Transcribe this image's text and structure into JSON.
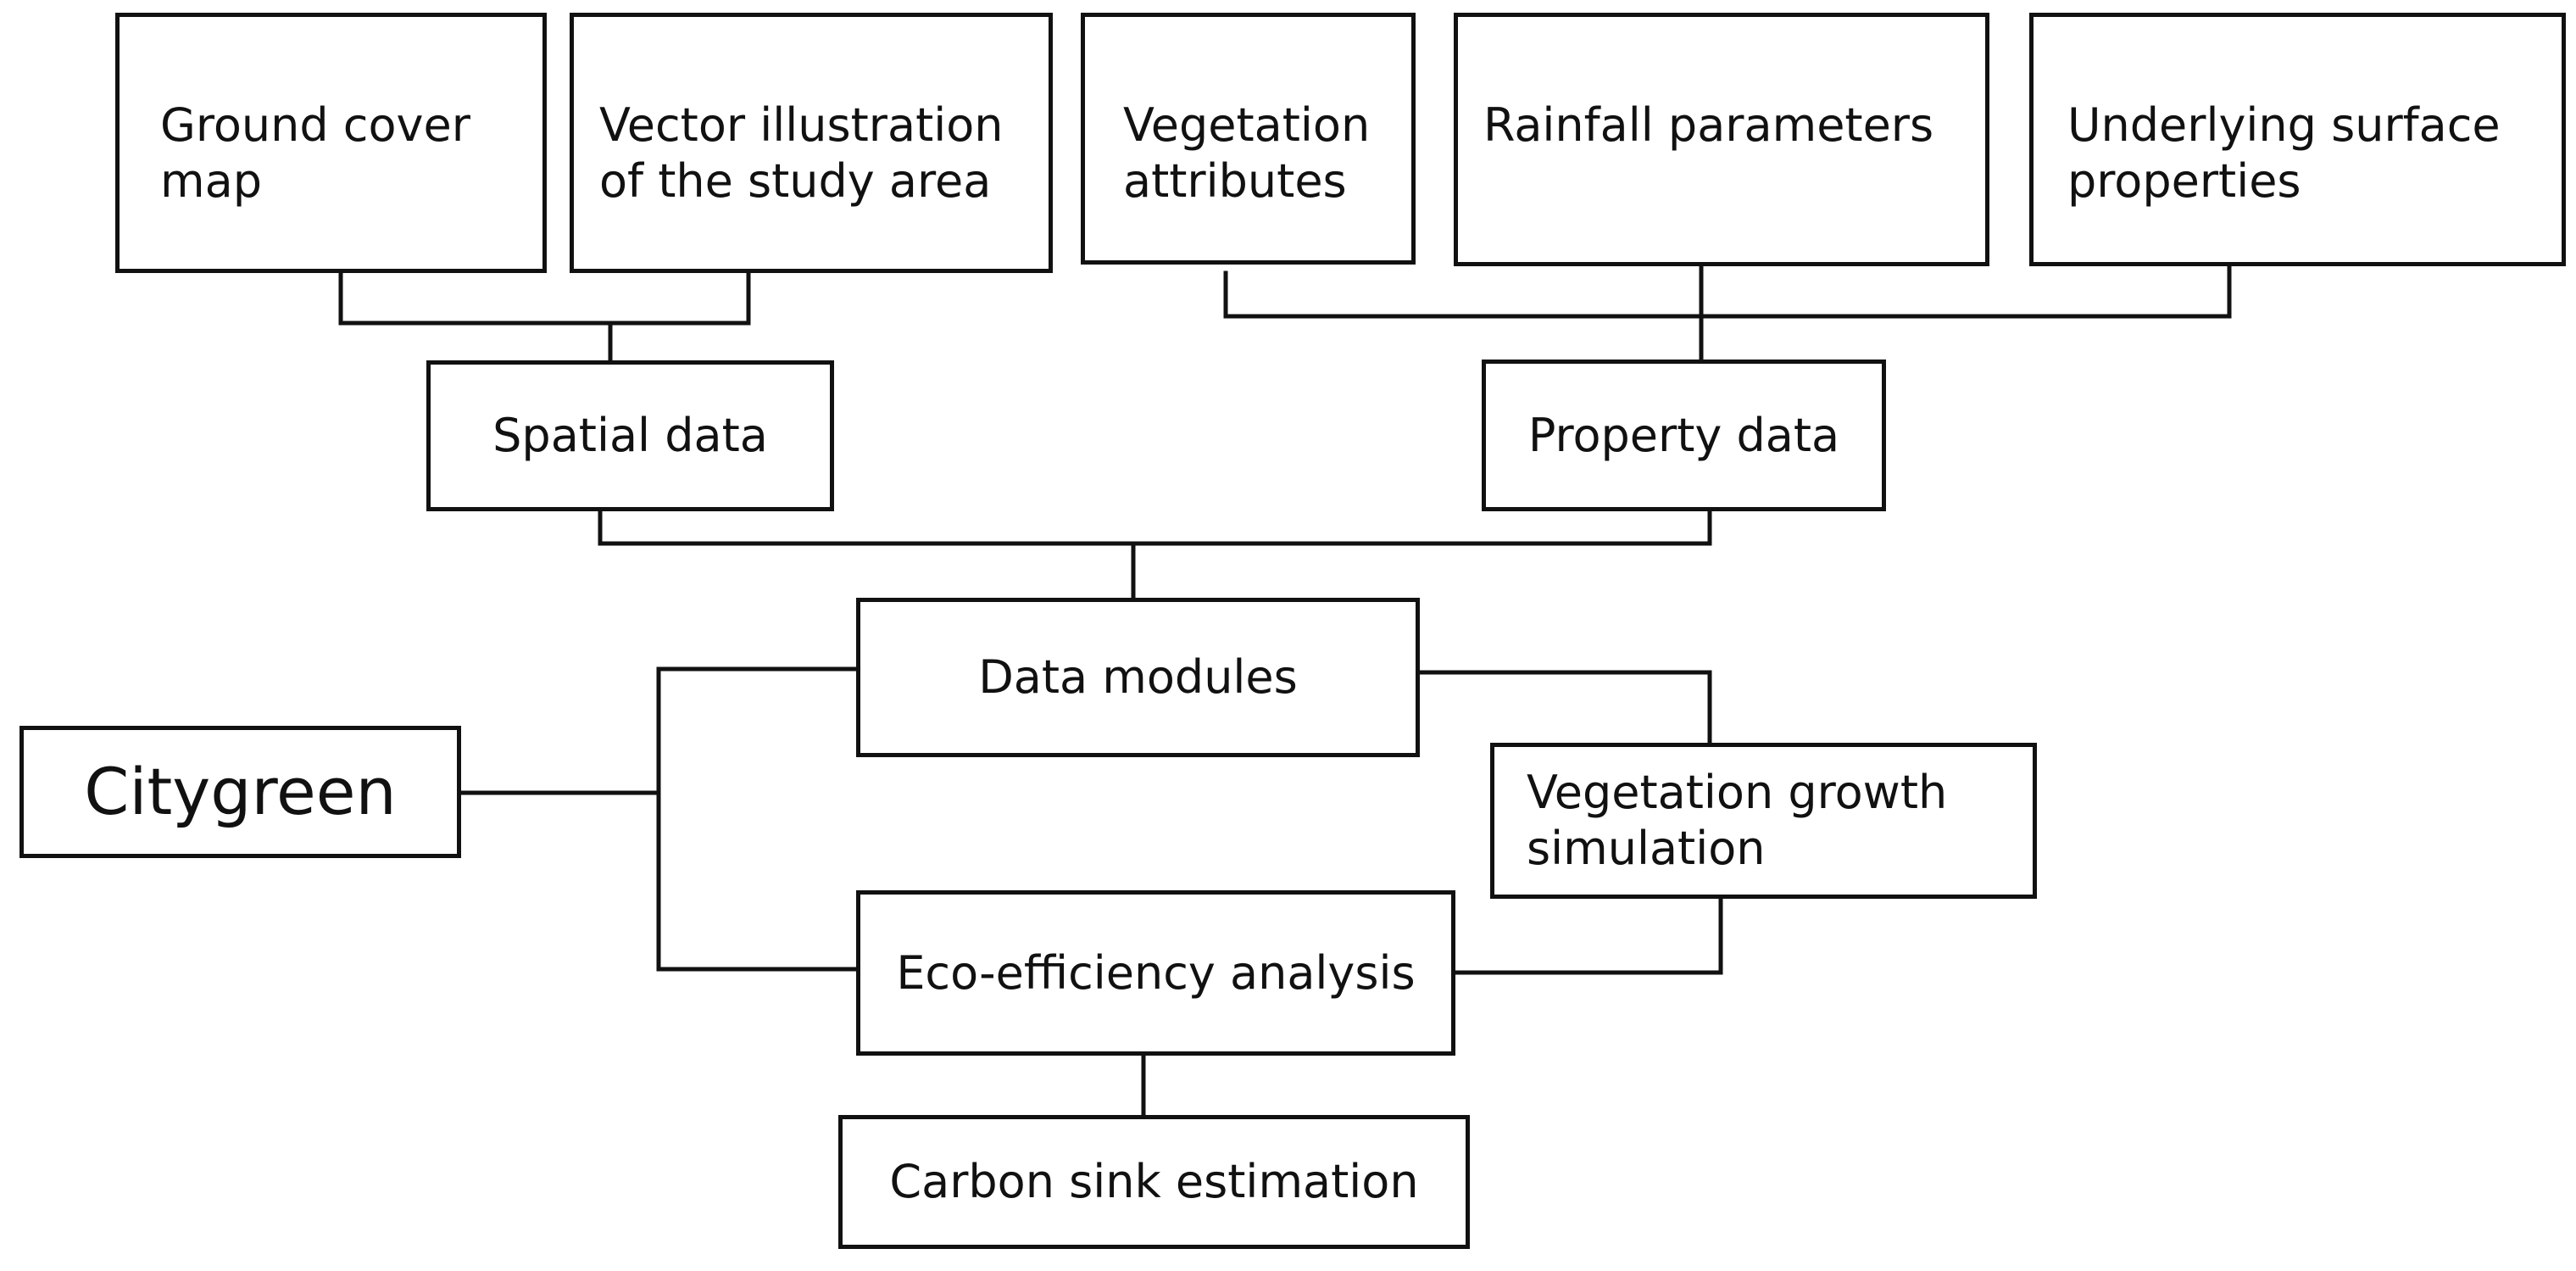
{
  "diagram": {
    "nodes": [
      {
        "id": "ground",
        "lines": [
          "Ground cover",
          "map"
        ]
      },
      {
        "id": "vector",
        "lines": [
          "Vector illustration",
          "of the study area"
        ]
      },
      {
        "id": "vegattr",
        "lines": [
          "Vegetation",
          "attributes"
        ]
      },
      {
        "id": "rain",
        "lines": [
          "Rainfall parameters"
        ]
      },
      {
        "id": "under",
        "lines": [
          "Underlying surface",
          "properties"
        ]
      },
      {
        "id": "spatial",
        "lines": [
          "Spatial data"
        ]
      },
      {
        "id": "property",
        "lines": [
          "Property data"
        ]
      },
      {
        "id": "modules",
        "lines": [
          "Data modules"
        ]
      },
      {
        "id": "citygreen",
        "lines": [
          "Citygreen"
        ]
      },
      {
        "id": "veggrowth",
        "lines": [
          "Vegetation growth",
          "simulation"
        ]
      },
      {
        "id": "eco",
        "lines": [
          "Eco-efficiency analysis"
        ]
      },
      {
        "id": "carbon",
        "lines": [
          "Carbon sink estimation"
        ]
      }
    ],
    "connections": [
      {
        "from": [
          "ground",
          "vector"
        ],
        "to": "spatial"
      },
      {
        "from": [
          "vegattr",
          "rain",
          "under"
        ],
        "to": "property"
      },
      {
        "from": [
          "spatial",
          "property"
        ],
        "to": "modules"
      },
      {
        "from": "citygreen",
        "to": [
          "modules",
          "eco"
        ]
      },
      {
        "from": "modules",
        "to": "veggrowth"
      },
      {
        "from": "veggrowth",
        "to": "eco"
      },
      {
        "from": "eco",
        "to": "carbon"
      }
    ]
  }
}
